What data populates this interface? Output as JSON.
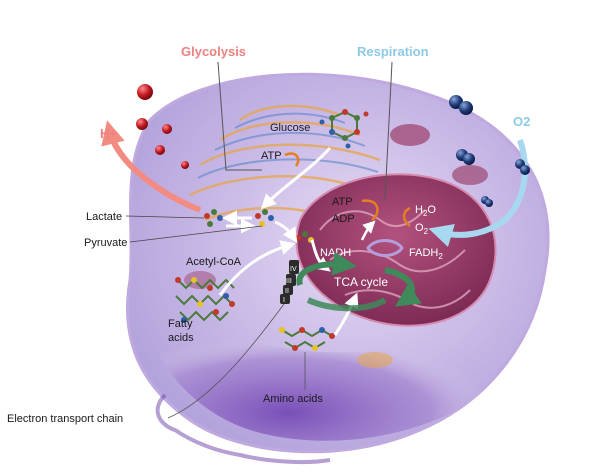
{
  "titles": {
    "glycolysis": "Glycolysis",
    "respiration": "Respiration"
  },
  "labels": {
    "h_plus": "H+",
    "o2": "O2",
    "glucose": "Glucose",
    "atp_top": "ATP",
    "lactate": "Lactate",
    "pyruvate": "Pyruvate",
    "acetyl_coa": "Acetyl-CoA",
    "fatty": "Fatty",
    "acids": "acids",
    "amino_acids": "Amino acids",
    "electron_transport_chain": "Electron transport chain",
    "atp_mito": "ATP",
    "adp_mito": "ADP",
    "h2o": "H2O",
    "o2_mito": "O2",
    "nadh": "NADH",
    "fadh2": "FADH2",
    "tca_cycle": "TCA cycle",
    "complex_iv": "IV",
    "complex_iii": "III",
    "complex_ii": "II",
    "complex_i": "I"
  },
  "colors": {
    "glycolysis": "#f08080",
    "respiration": "#8ecae6",
    "h_plus_arrow": "#f28b82",
    "o2_arrow": "#a8d8ef",
    "cell_membrane": "#c9b6e4",
    "cytoplasm": "#b7a7dc",
    "nucleus_region": "#8a6fc4",
    "mitochondrion": "#9b3f6b",
    "tca_arrow": "#3e8a5a"
  }
}
